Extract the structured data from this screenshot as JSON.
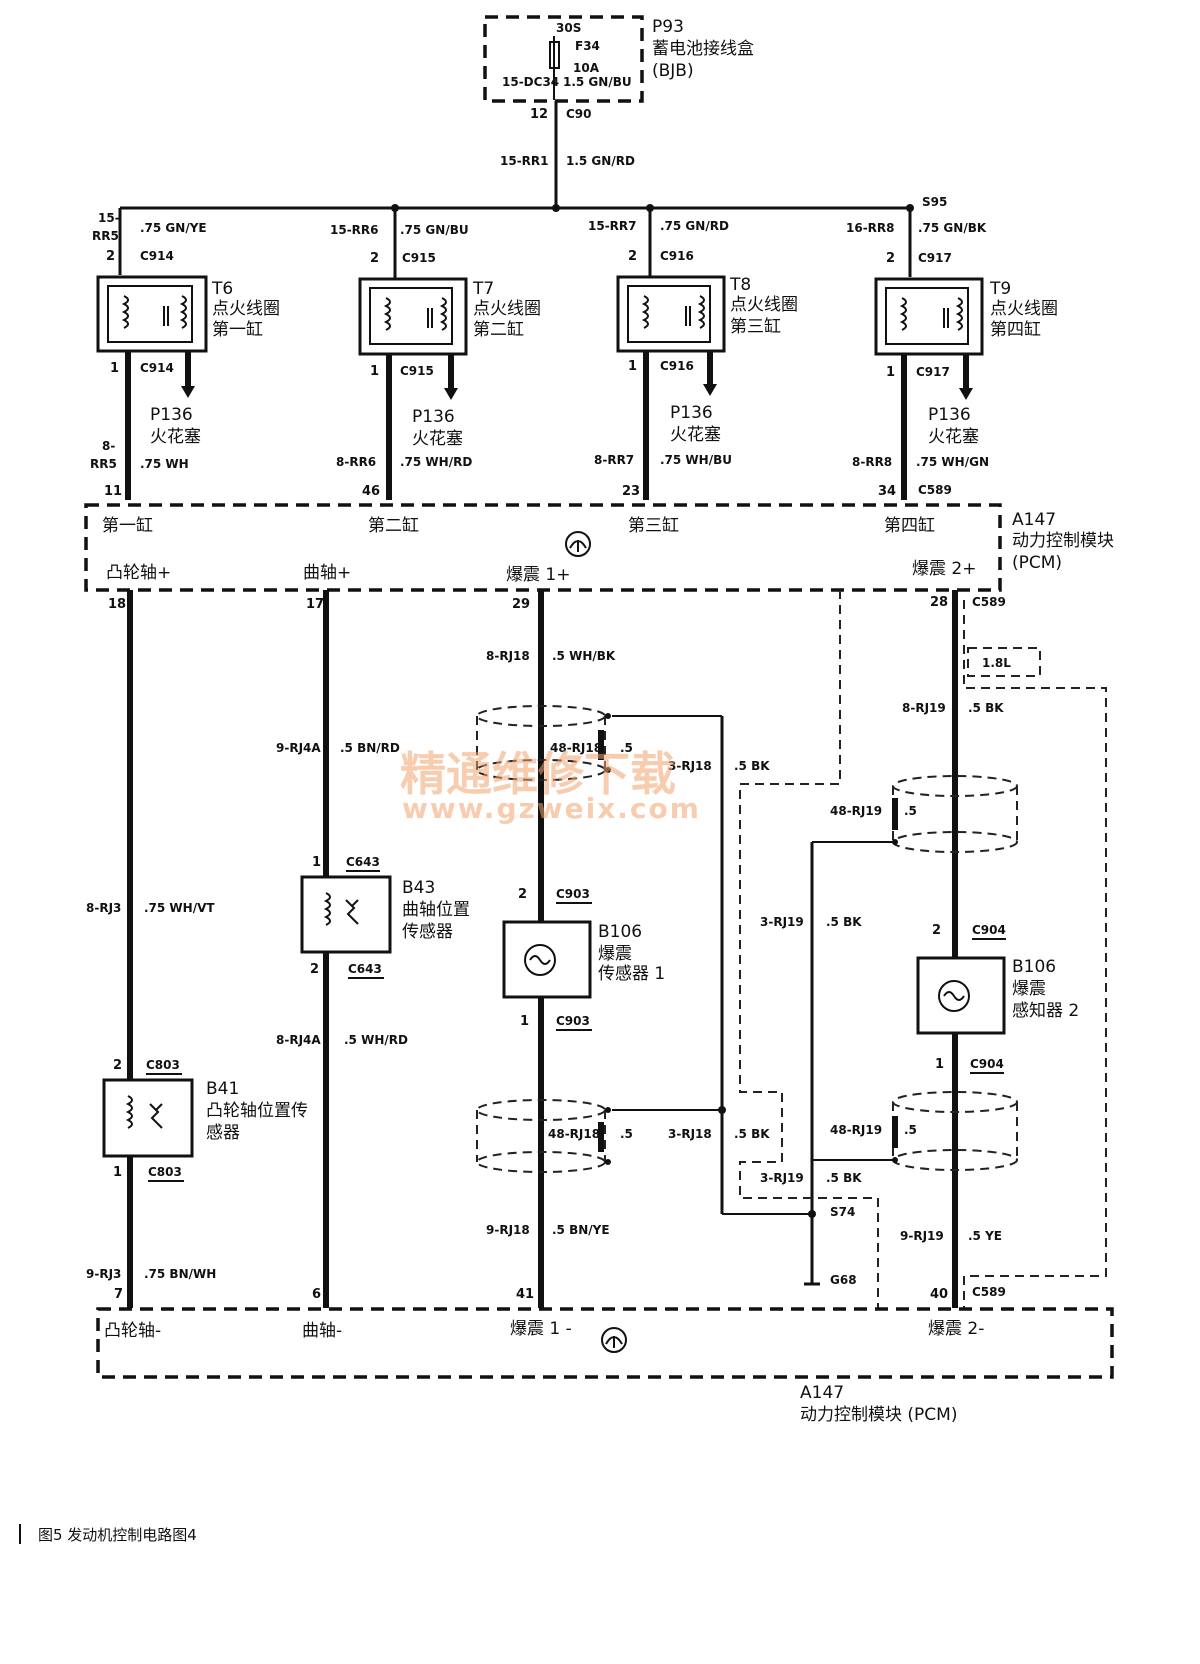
{
  "bjb": {
    "id": "P93",
    "name": "蓄电池接线盒",
    "abbr": "(BJB)",
    "terminal": "30S",
    "fuse": "F34",
    "rating": "10A",
    "circuit": "15-DC34",
    "wire": "1.5 GN/BU",
    "pin": "12",
    "connector": "C90"
  },
  "feed": {
    "circuit": "15-RR1",
    "wire": "1.5 GN/RD",
    "splice": "S95"
  },
  "coils": [
    {
      "id": "T6",
      "name": "点火线圈",
      "cyl": "第一缸",
      "in_circuit_a": "15-",
      "in_circuit_b": "RR5",
      "in_wire": ".75 GN/YE",
      "in_pin": "2",
      "conn": "C914",
      "out_pin": "1",
      "out_conn": "C914",
      "plug": "P136",
      "plug_name": "火花塞",
      "out_circuit_a": "8-",
      "out_circuit_b": "RR5",
      "out_wire": ".75 WH",
      "pcm_pin": "11"
    },
    {
      "id": "T7",
      "name": "点火线圈",
      "cyl": "第二缸",
      "in_circuit": "15-RR6",
      "in_wire": ".75 GN/BU",
      "in_pin": "2",
      "conn": "C915",
      "out_pin": "1",
      "out_conn": "C915",
      "plug": "P136",
      "plug_name": "火花塞",
      "out_circuit": "8-RR6",
      "out_wire": ".75 WH/RD",
      "pcm_pin": "46"
    },
    {
      "id": "T8",
      "name": "点火线圈",
      "cyl": "第三缸",
      "in_circuit": "15-RR7",
      "in_wire": ".75 GN/RD",
      "in_pin": "2",
      "conn": "C916",
      "out_pin": "1",
      "out_conn": "C916",
      "plug": "P136",
      "plug_name": "火花塞",
      "out_circuit": "8-RR7",
      "out_wire": ".75 WH/BU",
      "pcm_pin": "23"
    },
    {
      "id": "T9",
      "name": "点火线圈",
      "cyl": "第四缸",
      "in_circuit": "16-RR8",
      "in_wire": ".75 GN/BK",
      "in_pin": "2",
      "conn": "C917",
      "out_pin": "1",
      "out_conn": "C917",
      "plug": "P136",
      "plug_name": "火花塞",
      "out_circuit": "8-RR8",
      "out_wire": ".75 WH/GN",
      "pcm_pin": "34",
      "pcm_conn": "C589"
    }
  ],
  "pcm": {
    "id": "A147",
    "name": "动力控制模块",
    "abbr": "(PCM)",
    "full": "动力控制模块  (PCM)",
    "top_labels": [
      "第一缸",
      "第二缸",
      "第三缸",
      "第四缸"
    ],
    "pins_top": [
      "凸轮轴+",
      "曲轴+",
      "爆震 1+",
      "爆震 2+"
    ],
    "pins_bottom": [
      "凸轮轴-",
      "曲轴-",
      "爆震 1 -",
      "爆震 2-"
    ]
  },
  "cam": {
    "pin_top": "18",
    "circuit_top": "8-RJ3",
    "wire_top": ".75 WH/VT",
    "conn": "C803",
    "pin_a": "2",
    "pin_b": "1",
    "id": "B41",
    "name_1": "凸轮轴位置传",
    "name_2": "感器",
    "circuit_bot": "9-RJ3",
    "wire_bot": ".75 BN/WH",
    "pin_bottom": "7"
  },
  "crank": {
    "pin_top": "17",
    "circuit_top": "9-RJ4A",
    "wire_top": ".5 BN/RD",
    "conn": "C643",
    "pin_a": "1",
    "pin_b": "2",
    "id": "B43",
    "name_1": "曲轴位置",
    "name_2": "传感器",
    "circuit_bot": "8-RJ4A",
    "wire_bot": ".5 WH/RD",
    "pin_bottom": "6"
  },
  "knock1": {
    "pin_top": "29",
    "circuit_top": "8-RJ18",
    "wire_top": ".5 WH/BK",
    "shield_circuit": "48-RJ18",
    "shield_wire": ".5",
    "drain_circuit": "3-RJ18",
    "drain_wire": ".5 BK",
    "conn": "C903",
    "pin_a": "2",
    "pin_b": "1",
    "id": "B106",
    "name_1": "爆震",
    "name_2": "传感器 1",
    "circuit_bot": "9-RJ18",
    "wire_bot": ".5 BN/YE",
    "pin_bottom": "41"
  },
  "knock2": {
    "pin_top": "28",
    "conn_top": "C589",
    "option": "1.8L",
    "circuit_top": "8-RJ19",
    "wire_top": ".5 BK",
    "shield_circuit": "48-RJ19",
    "shield_wire": ".5",
    "drain_circuit": "3-RJ19",
    "drain_wire": ".5 BK",
    "conn": "C904",
    "pin_a": "2",
    "pin_b": "1",
    "id": "B106",
    "name_1": "爆震",
    "name_2": "感知器 2",
    "circuit_bot": "9-RJ19",
    "wire_bot": ".5 YE",
    "pin_bottom": "40",
    "conn_bottom": "C589"
  },
  "splice_ground": "S74",
  "ground": "G68",
  "watermark": {
    "line1": "精通维修下载",
    "line2": "www.gzweix.com"
  },
  "caption": "图5  发动机控制电路图4"
}
